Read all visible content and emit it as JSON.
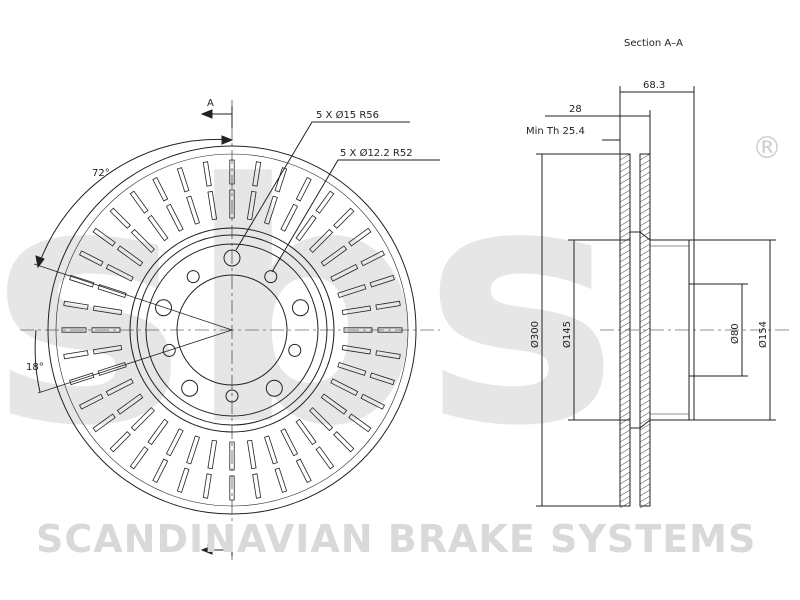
{
  "watermark": {
    "logo": "sbs",
    "registered": "®",
    "company": "SCANDINAVIAN BRAKE SYSTEMS"
  },
  "front_view": {
    "section_marker_top": "A",
    "section_marker_bottom": "A",
    "bolt_holes_label": "5 X Ø15 R56",
    "threaded_holes_label": "5 X Ø12.2 R52",
    "angle_72": "72°",
    "angle_18": "18°"
  },
  "section_view": {
    "title": "Section A–A",
    "height_label": "68.3",
    "thickness_label": "28",
    "min_thickness_label": "Min Th 25.4",
    "outer_diameter": "Ø300",
    "hat_diameter": "Ø145",
    "center_bore": "Ø80",
    "hat_outer": "Ø154"
  },
  "colors": {
    "line": "#222222",
    "watermark": "#d9d9d9"
  }
}
